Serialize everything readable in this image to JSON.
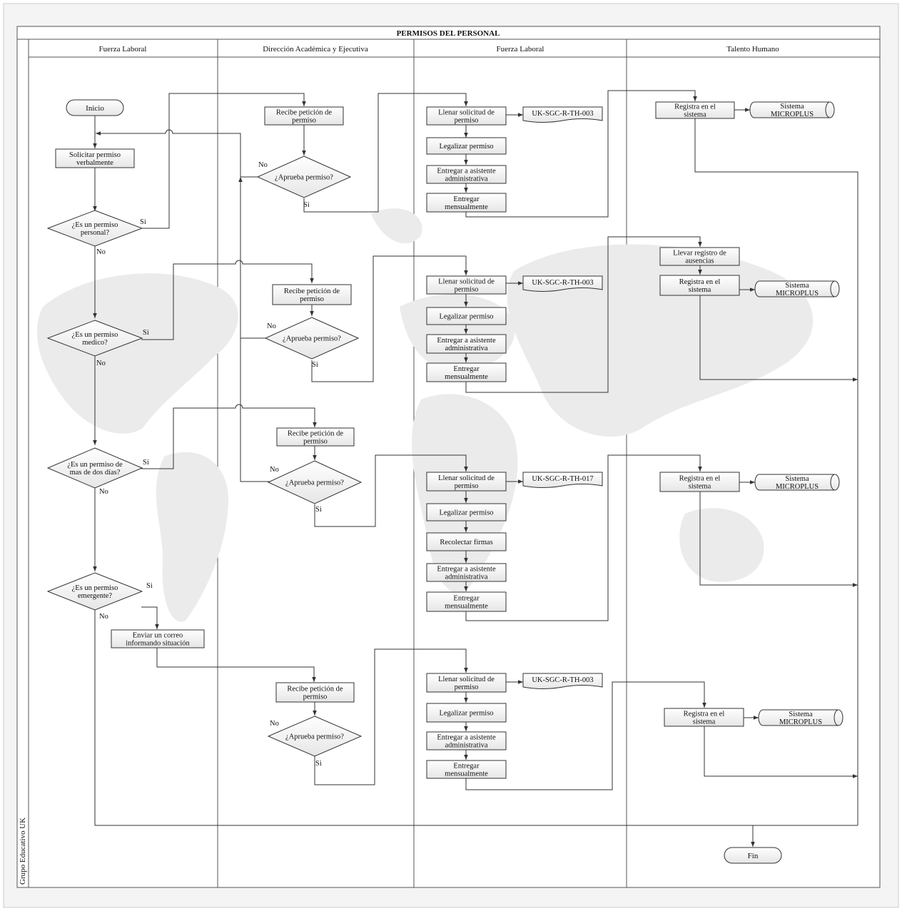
{
  "title": "PERMISOS DEL PERSONAL",
  "organization": "Grupo Educativo UK",
  "lanes": [
    "Fuerza Laboral",
    "Dirección Académica y Ejecutiva",
    "Fuerza Laboral",
    "Talento Humano"
  ],
  "terminals": {
    "start": "Inicio",
    "end": "Fin"
  },
  "labels": {
    "yes": "Si",
    "no": "No"
  },
  "nodes": {
    "solicitar": [
      "Solicitar permiso",
      "verbalmente"
    ],
    "q_personal": [
      "¿Es un permiso",
      "personal?"
    ],
    "q_medico": [
      "¿Es un permiso",
      "medico?"
    ],
    "q_dias": [
      "¿Es un permiso de",
      "mas de dos días?"
    ],
    "q_emergente": [
      "¿Es un permiso",
      "emergente?"
    ],
    "enviar_correo": [
      "Enviar un correo",
      "informando situación"
    ],
    "recibe": [
      "Recibe petición de",
      "permiso"
    ],
    "aprueba": [
      "¿Aprueba permiso?"
    ],
    "llenar": [
      "Llenar solicitud de",
      "permiso"
    ],
    "legalizar": [
      "Legalizar permiso"
    ],
    "entregar_asistente": [
      "Entregar a asistente",
      "administrativa"
    ],
    "entregar_mensual": [
      "Entregar",
      "mensualmente"
    ],
    "recolectar": [
      "Recolectar firmas"
    ],
    "registra": [
      "Registra en el",
      "sistema"
    ],
    "llevar_registro": [
      "Llevar registro de",
      "ausencias"
    ],
    "sistema": [
      "Sistema",
      "MICROPLUS"
    ]
  },
  "documents": [
    "UK-SGC-R-TH-003",
    "UK-SGC-R-TH-003",
    "UK-SGC-R-TH-017",
    "UK-SGC-R-TH-003"
  ]
}
